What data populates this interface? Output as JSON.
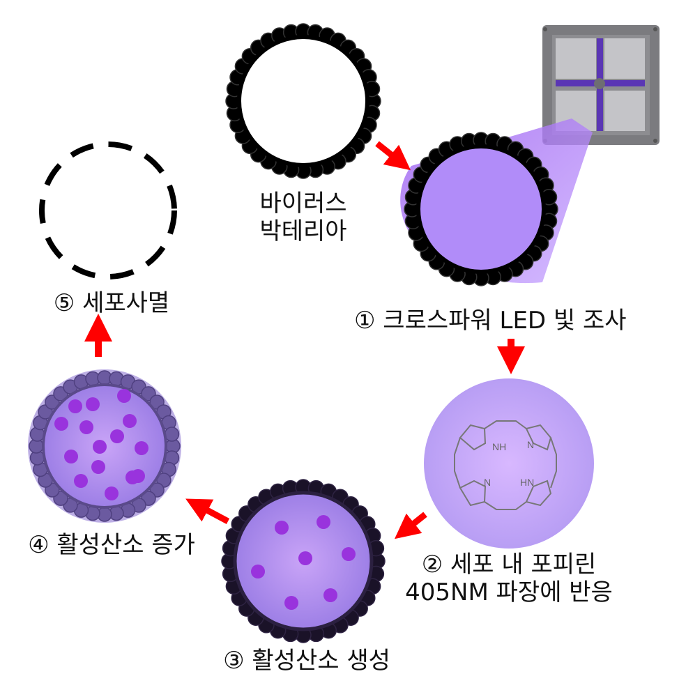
{
  "labels": {
    "pathogen_line1": "바이러스",
    "pathogen_line2": "박테리아",
    "step1": "① 크로스파워 LED  빛 조사",
    "step2_line1": "② 세포 내 포피린",
    "step2_line2": "405NM 파장에 반응",
    "step3": "③ 활성산소 생성",
    "step4": "④ 활성산소 증가",
    "step5": "⑤ 세포사멸"
  },
  "molecule_atoms": {
    "nh_top": "NH",
    "n_top": "N",
    "n_bottom": "N",
    "hn_bottom": "HN"
  },
  "colors": {
    "arrow": "#ff0000",
    "uv_light": "#a77cf4",
    "cell_fill": "#b48cf8",
    "ros_particle": "#9933dd",
    "membrane": "#000000",
    "led_frame": "#777777"
  }
}
